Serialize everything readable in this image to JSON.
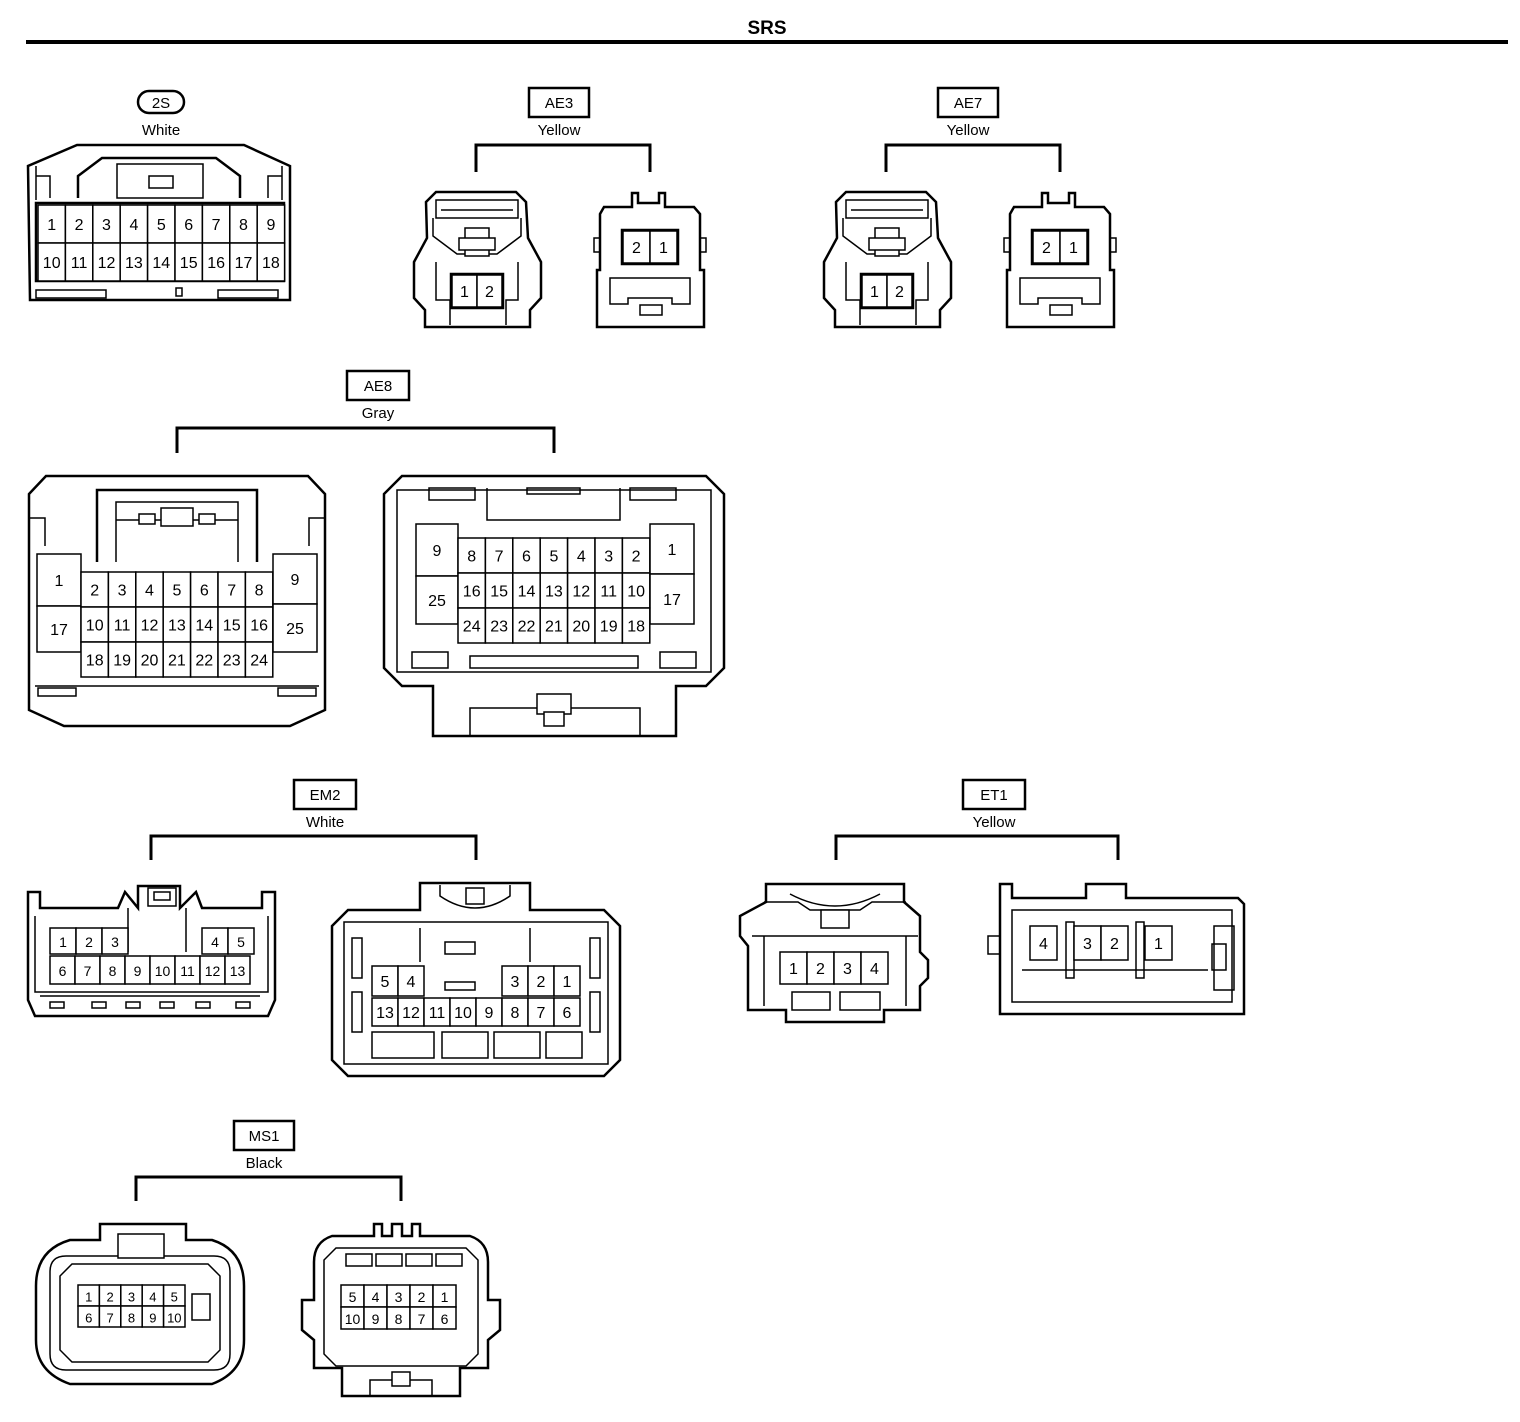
{
  "title": "SRS",
  "connectors": [
    {
      "code": "2S",
      "color": "White",
      "views": [
        {
          "rows": [
            [
              "1",
              "2",
              "3",
              "4",
              "5",
              "6",
              "7",
              "8",
              "9"
            ],
            [
              "10",
              "11",
              "12",
              "13",
              "14",
              "15",
              "16",
              "17",
              "18"
            ]
          ]
        }
      ]
    },
    {
      "code": "AE3",
      "color": "Yellow",
      "views": [
        {
          "rows": [
            [
              "1",
              "2"
            ]
          ]
        },
        {
          "rows": [
            [
              "2",
              "1"
            ]
          ]
        }
      ]
    },
    {
      "code": "AE7",
      "color": "Yellow",
      "views": [
        {
          "rows": [
            [
              "1",
              "2"
            ]
          ]
        },
        {
          "rows": [
            [
              "2",
              "1"
            ]
          ]
        }
      ]
    },
    {
      "code": "AE8",
      "color": "Gray",
      "views": [
        {
          "left": [
            "1",
            "17"
          ],
          "center": [
            [
              "2",
              "3",
              "4",
              "5",
              "6",
              "7",
              "8"
            ],
            [
              "10",
              "11",
              "12",
              "13",
              "14",
              "15",
              "16"
            ],
            [
              "18",
              "19",
              "20",
              "21",
              "22",
              "23",
              "24"
            ]
          ],
          "right": [
            "9",
            "25"
          ]
        },
        {
          "left": [
            "9",
            "25"
          ],
          "center": [
            [
              "8",
              "7",
              "6",
              "5",
              "4",
              "3",
              "2"
            ],
            [
              "16",
              "15",
              "14",
              "13",
              "12",
              "11",
              "10"
            ],
            [
              "24",
              "23",
              "22",
              "21",
              "20",
              "19",
              "18"
            ]
          ],
          "right": [
            "1",
            "17"
          ]
        }
      ]
    },
    {
      "code": "EM2",
      "color": "White",
      "views": [
        {
          "rows": [
            [
              "1",
              "2",
              "3",
              "",
              "",
              "",
              "",
              "4",
              "5"
            ],
            [
              "6",
              "7",
              "8",
              "9",
              "10",
              "11",
              "12",
              "13"
            ]
          ]
        },
        {
          "rows": [
            [
              "5",
              "4",
              "",
              "",
              "3",
              "2",
              "1"
            ],
            [
              "13",
              "12",
              "11",
              "10",
              "9",
              "8",
              "7",
              "6"
            ]
          ]
        }
      ]
    },
    {
      "code": "ET1",
      "color": "Yellow",
      "views": [
        {
          "rows": [
            [
              "1",
              "2",
              "3",
              "4"
            ]
          ]
        },
        {
          "rows": [
            [
              "4",
              "3",
              "2",
              "1"
            ]
          ]
        }
      ]
    },
    {
      "code": "MS1",
      "color": "Black",
      "views": [
        {
          "rows": [
            [
              "1",
              "2",
              "3",
              "4",
              "5"
            ],
            [
              "6",
              "7",
              "8",
              "9",
              "10"
            ]
          ]
        },
        {
          "rows": [
            [
              "5",
              "4",
              "3",
              "2",
              "1"
            ],
            [
              "10",
              "9",
              "8",
              "7",
              "6"
            ]
          ]
        }
      ]
    }
  ]
}
